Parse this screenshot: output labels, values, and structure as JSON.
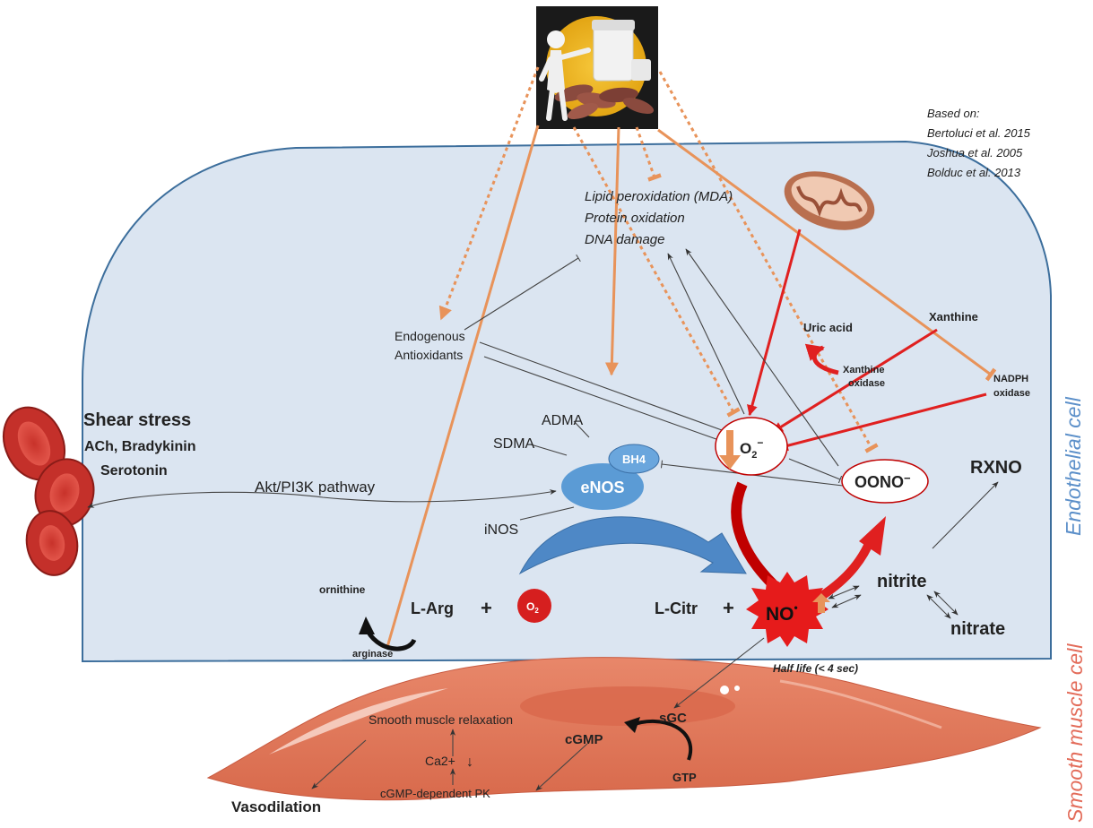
{
  "citations": {
    "heading": "Based on:",
    "refs": [
      "Bertoluci et al. 2015",
      "Joshua et al. 2005",
      "Bolduc et al. 2013"
    ]
  },
  "damage": {
    "lipid": "Lipid peroxidation (MDA)",
    "protein": "Protein oxidation",
    "dna": "DNA damage"
  },
  "antioxidants": {
    "line1": "Endogenous",
    "line2": "Antioxidants"
  },
  "xanthine_system": {
    "uric_acid": "Uric acid",
    "xanthine": "Xanthine",
    "xo_line1": "Xanthine",
    "xo_line2": "oxidase",
    "nadph_line1": "NADPH",
    "nadph_line2": "oxidase"
  },
  "stimuli": {
    "shear": "Shear stress",
    "ach": "ACh, Bradykinin",
    "serotonin": "Serotonin",
    "pathway": "Akt/PI3K pathway"
  },
  "enos_complex": {
    "adma": "ADMA",
    "sdma": "SDMA",
    "bh4": "BH4",
    "enos": "eNOS",
    "inos": "iNOS"
  },
  "species": {
    "superoxide": "O",
    "superoxide_sub": "2",
    "superoxide_sup": "−",
    "peroxynitrite": "OONO",
    "peroxynitrite_sup": "−",
    "rxno": "RXNO"
  },
  "reaction": {
    "ornithine": "ornithine",
    "arginase": "arginase",
    "larg": "L-Arg",
    "plus1": "+",
    "oxygen": "O",
    "oxygen_sub": "2",
    "lcitr": "L-Citr",
    "plus2": "+",
    "no": "NO",
    "no_dot": "•",
    "nitrite": "nitrite",
    "nitrate": "nitrate",
    "half_life": "Half life (< 4 sec)"
  },
  "smooth_muscle": {
    "relaxation": "Smooth muscle relaxation",
    "ca": "Ca2+",
    "ca_down": "↓",
    "pk": "cGMP-dependent PK",
    "cgmp": "cGMP",
    "sgc": "sGC",
    "gtp": "GTP",
    "vasodilation": "Vasodilation"
  },
  "cell_labels": {
    "endothelial": "Endothelial cell",
    "smooth": "Smooth muscle cell"
  },
  "colors": {
    "cell_fill": "#dbe5f1",
    "cell_stroke": "#3c6e9c",
    "orange": "#e8935a",
    "red": "#e02020",
    "dark_red": "#c00000",
    "enos_blue": "#5b9bd5",
    "muscle": "#e07a5c",
    "label_blue": "#5b8fc9",
    "label_red": "#e36c5a"
  },
  "icons": [
    "supplements-icon",
    "mitochondrion-icon",
    "red-blood-cells-icon",
    "oxygen-molecule-icon",
    "nitric-oxide-burst-icon"
  ]
}
